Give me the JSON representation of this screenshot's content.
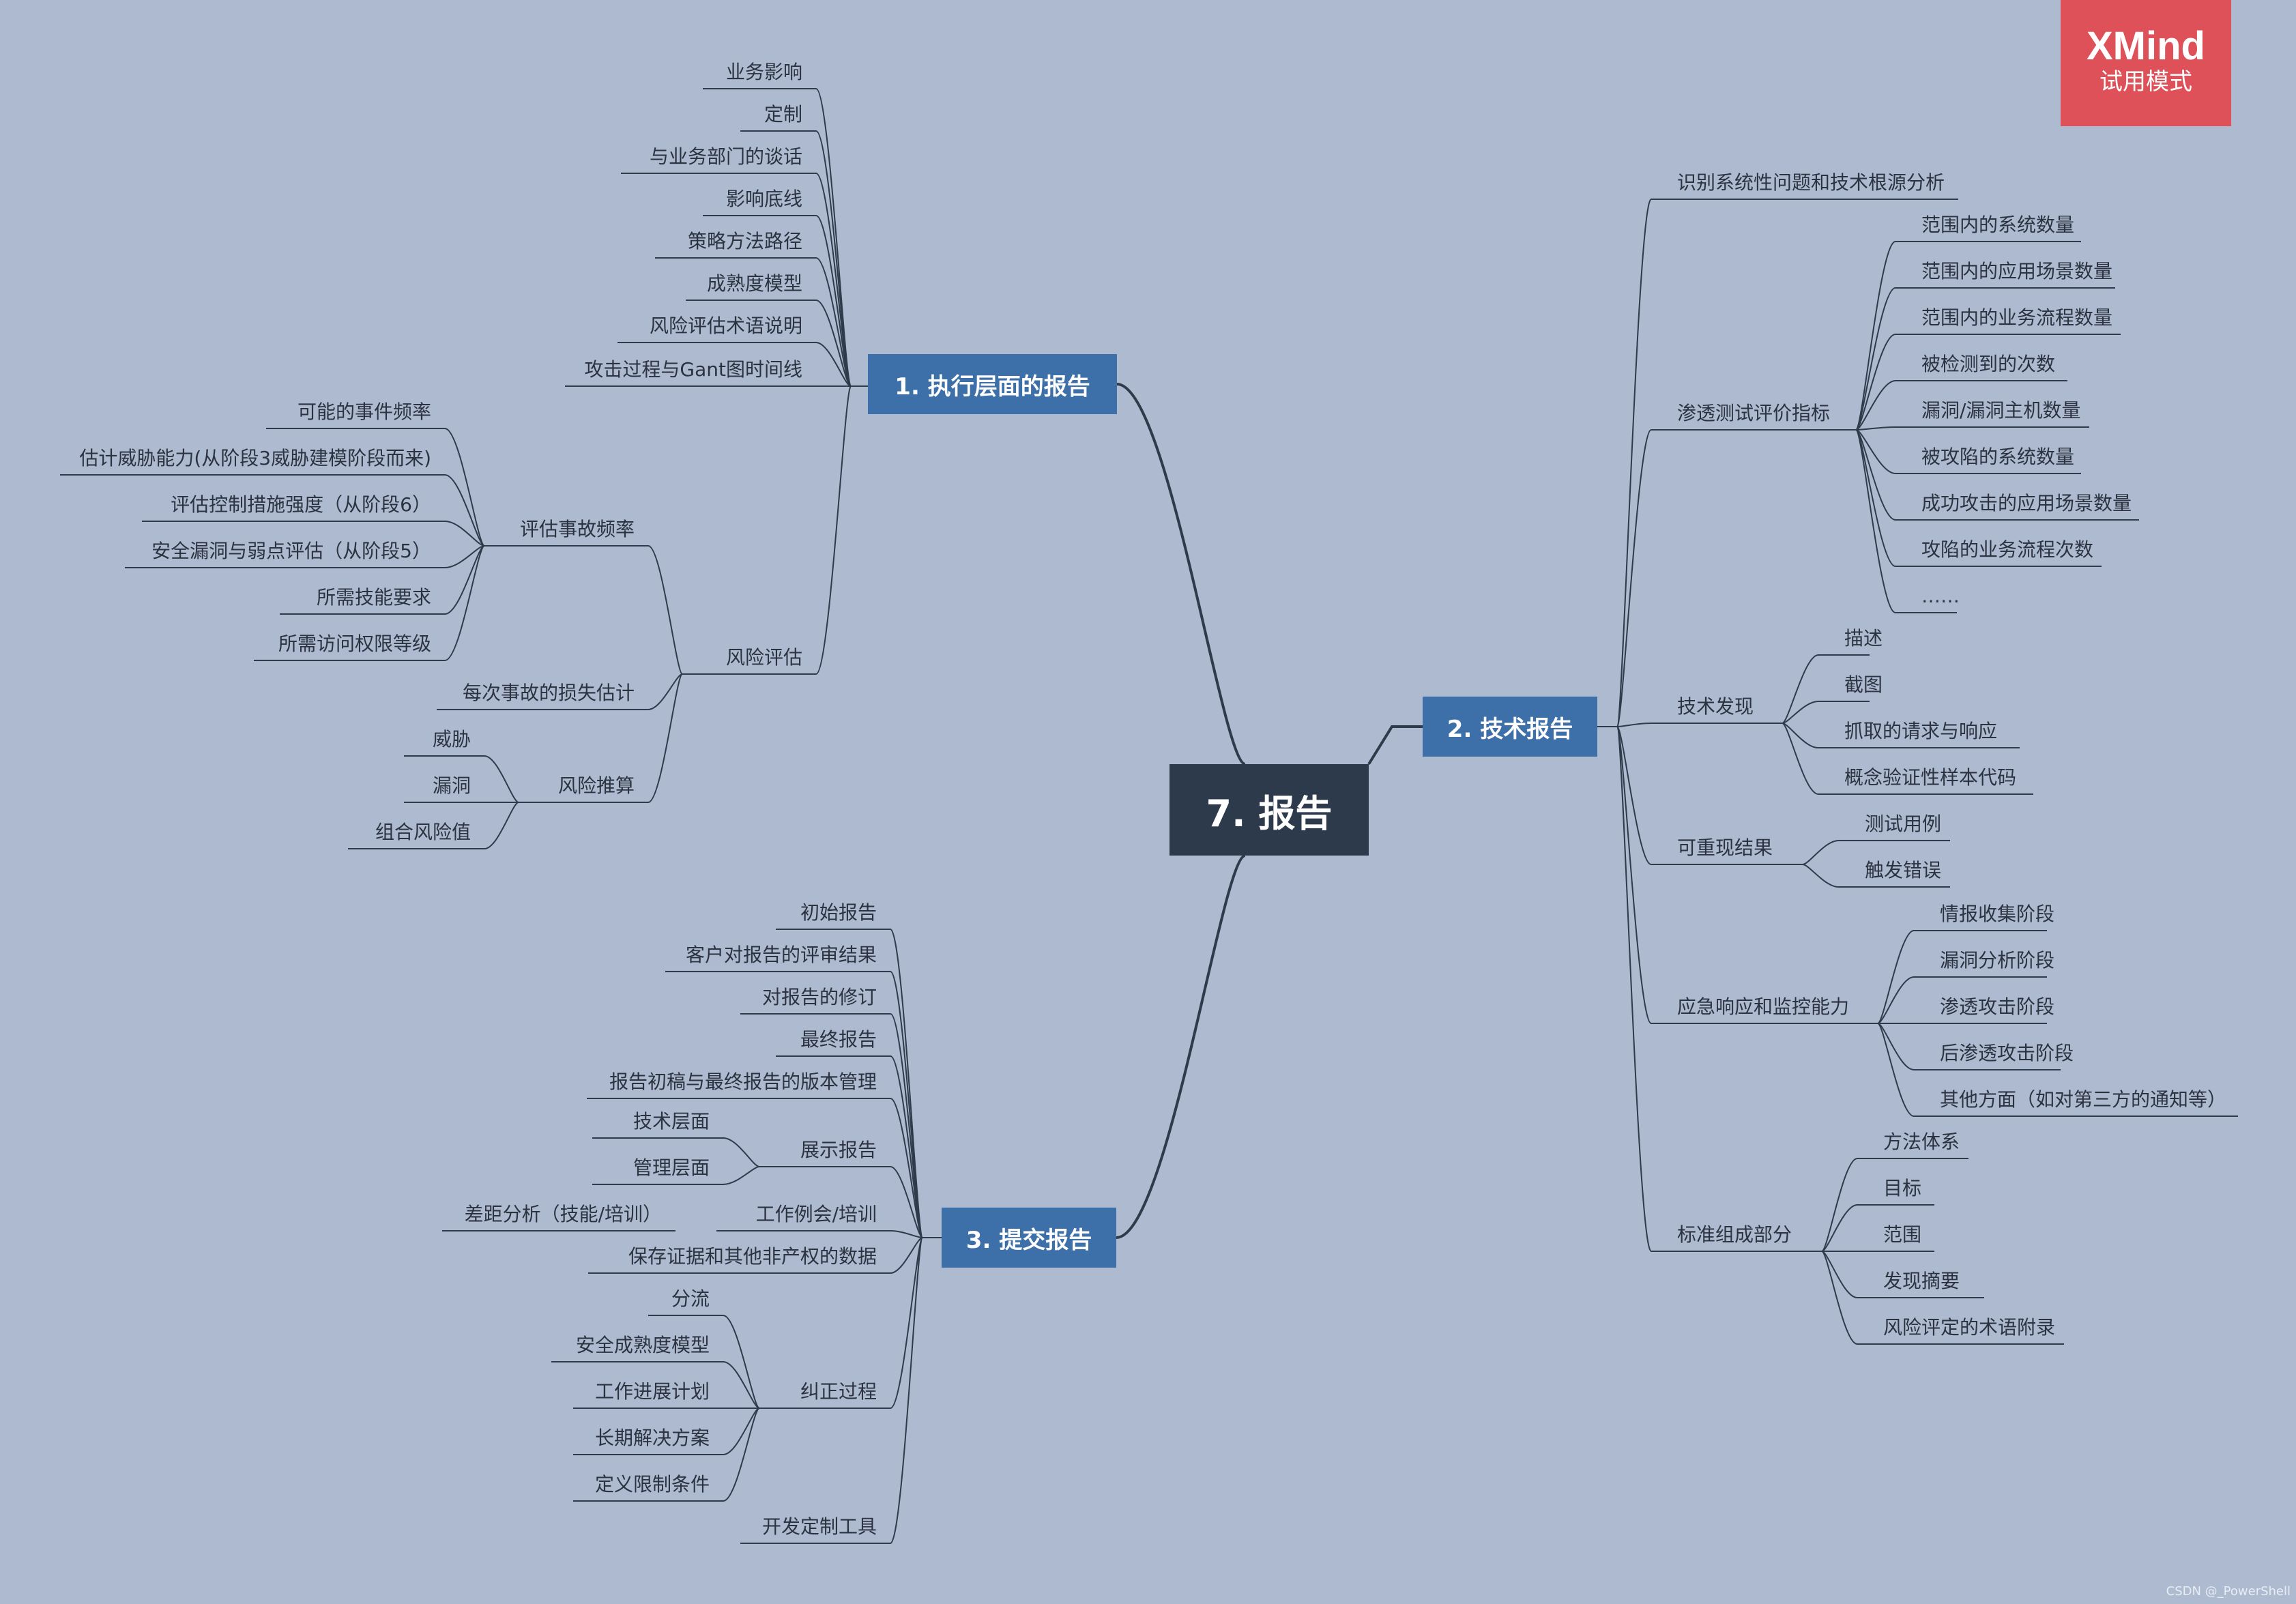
{
  "root": "7. 报告",
  "branches": {
    "b1": "1. 执行层面的报告",
    "b2": "2. 技术报告",
    "b3": "3. 提交报告"
  },
  "exec": {
    "items": [
      "业务影响",
      "定制",
      "与业务部门的谈话",
      "影响底线",
      "策略方法路径",
      "成熟度模型",
      "风险评估术语说明",
      "攻击过程与Gant图时间线"
    ],
    "risk": "风险评估",
    "freq": "评估事故频率",
    "freq_items": [
      "可能的事件频率",
      "估计威胁能力(从阶段3威胁建模阶段而来)",
      "评估控制措施强度（从阶段6）",
      "安全漏洞与弱点评估（从阶段5）",
      "所需技能要求",
      "所需访问权限等级"
    ],
    "loss": "每次事故的损失估计",
    "calc": "风险推算",
    "calc_items": [
      "威胁",
      "漏洞",
      "组合风险值"
    ]
  },
  "tech": {
    "sys": "识别系统性问题和技术根源分析",
    "metrics": "渗透测试评价指标",
    "metrics_items": [
      "范围内的系统数量",
      "范围内的应用场景数量",
      "范围内的业务流程数量",
      "被检测到的次数",
      "漏洞/漏洞主机数量",
      "被攻陷的系统数量",
      "成功攻击的应用场景数量",
      "攻陷的业务流程次数",
      "……"
    ],
    "find": "技术发现",
    "find_items": [
      "描述",
      "截图",
      "抓取的请求与响应",
      "概念验证性样本代码"
    ],
    "repro": "可重现结果",
    "repro_items": [
      "测试用例",
      "触发错误"
    ],
    "resp": "应急响应和监控能力",
    "resp_items": [
      "情报收集阶段",
      "漏洞分析阶段",
      "渗透攻击阶段",
      "后渗透攻击阶段",
      "其他方面（如对第三方的通知等）"
    ],
    "std": "标准组成部分",
    "std_items": [
      "方法体系",
      "目标",
      "范围",
      "发现摘要",
      "风险评定的术语附录"
    ]
  },
  "submit": {
    "items": [
      "初始报告",
      "客户对报告的评审结果",
      "对报告的修订",
      "最终报告",
      "报告初稿与最终报告的版本管理"
    ],
    "show": "展示报告",
    "show_items": [
      "技术层面",
      "管理层面"
    ],
    "work": "工作例会/培训",
    "gap": "差距分析（技能/培训）",
    "keep": "保存证据和其他非产权的数据",
    "fix": "纠正过程",
    "fix_items": [
      "分流",
      "安全成熟度模型",
      "工作进展计划",
      "长期解决方案",
      "定义限制条件"
    ],
    "dev": "开发定制工具"
  },
  "badge": {
    "brand": "XMind",
    "mode": "试用模式"
  },
  "watermark": "CSDN @_PowerShell",
  "colors": {
    "background": "#adbacf",
    "branch": "#3d6fa9",
    "root": "#2d3a4b",
    "line": "#2f3a4a",
    "badge": "#df5158"
  }
}
